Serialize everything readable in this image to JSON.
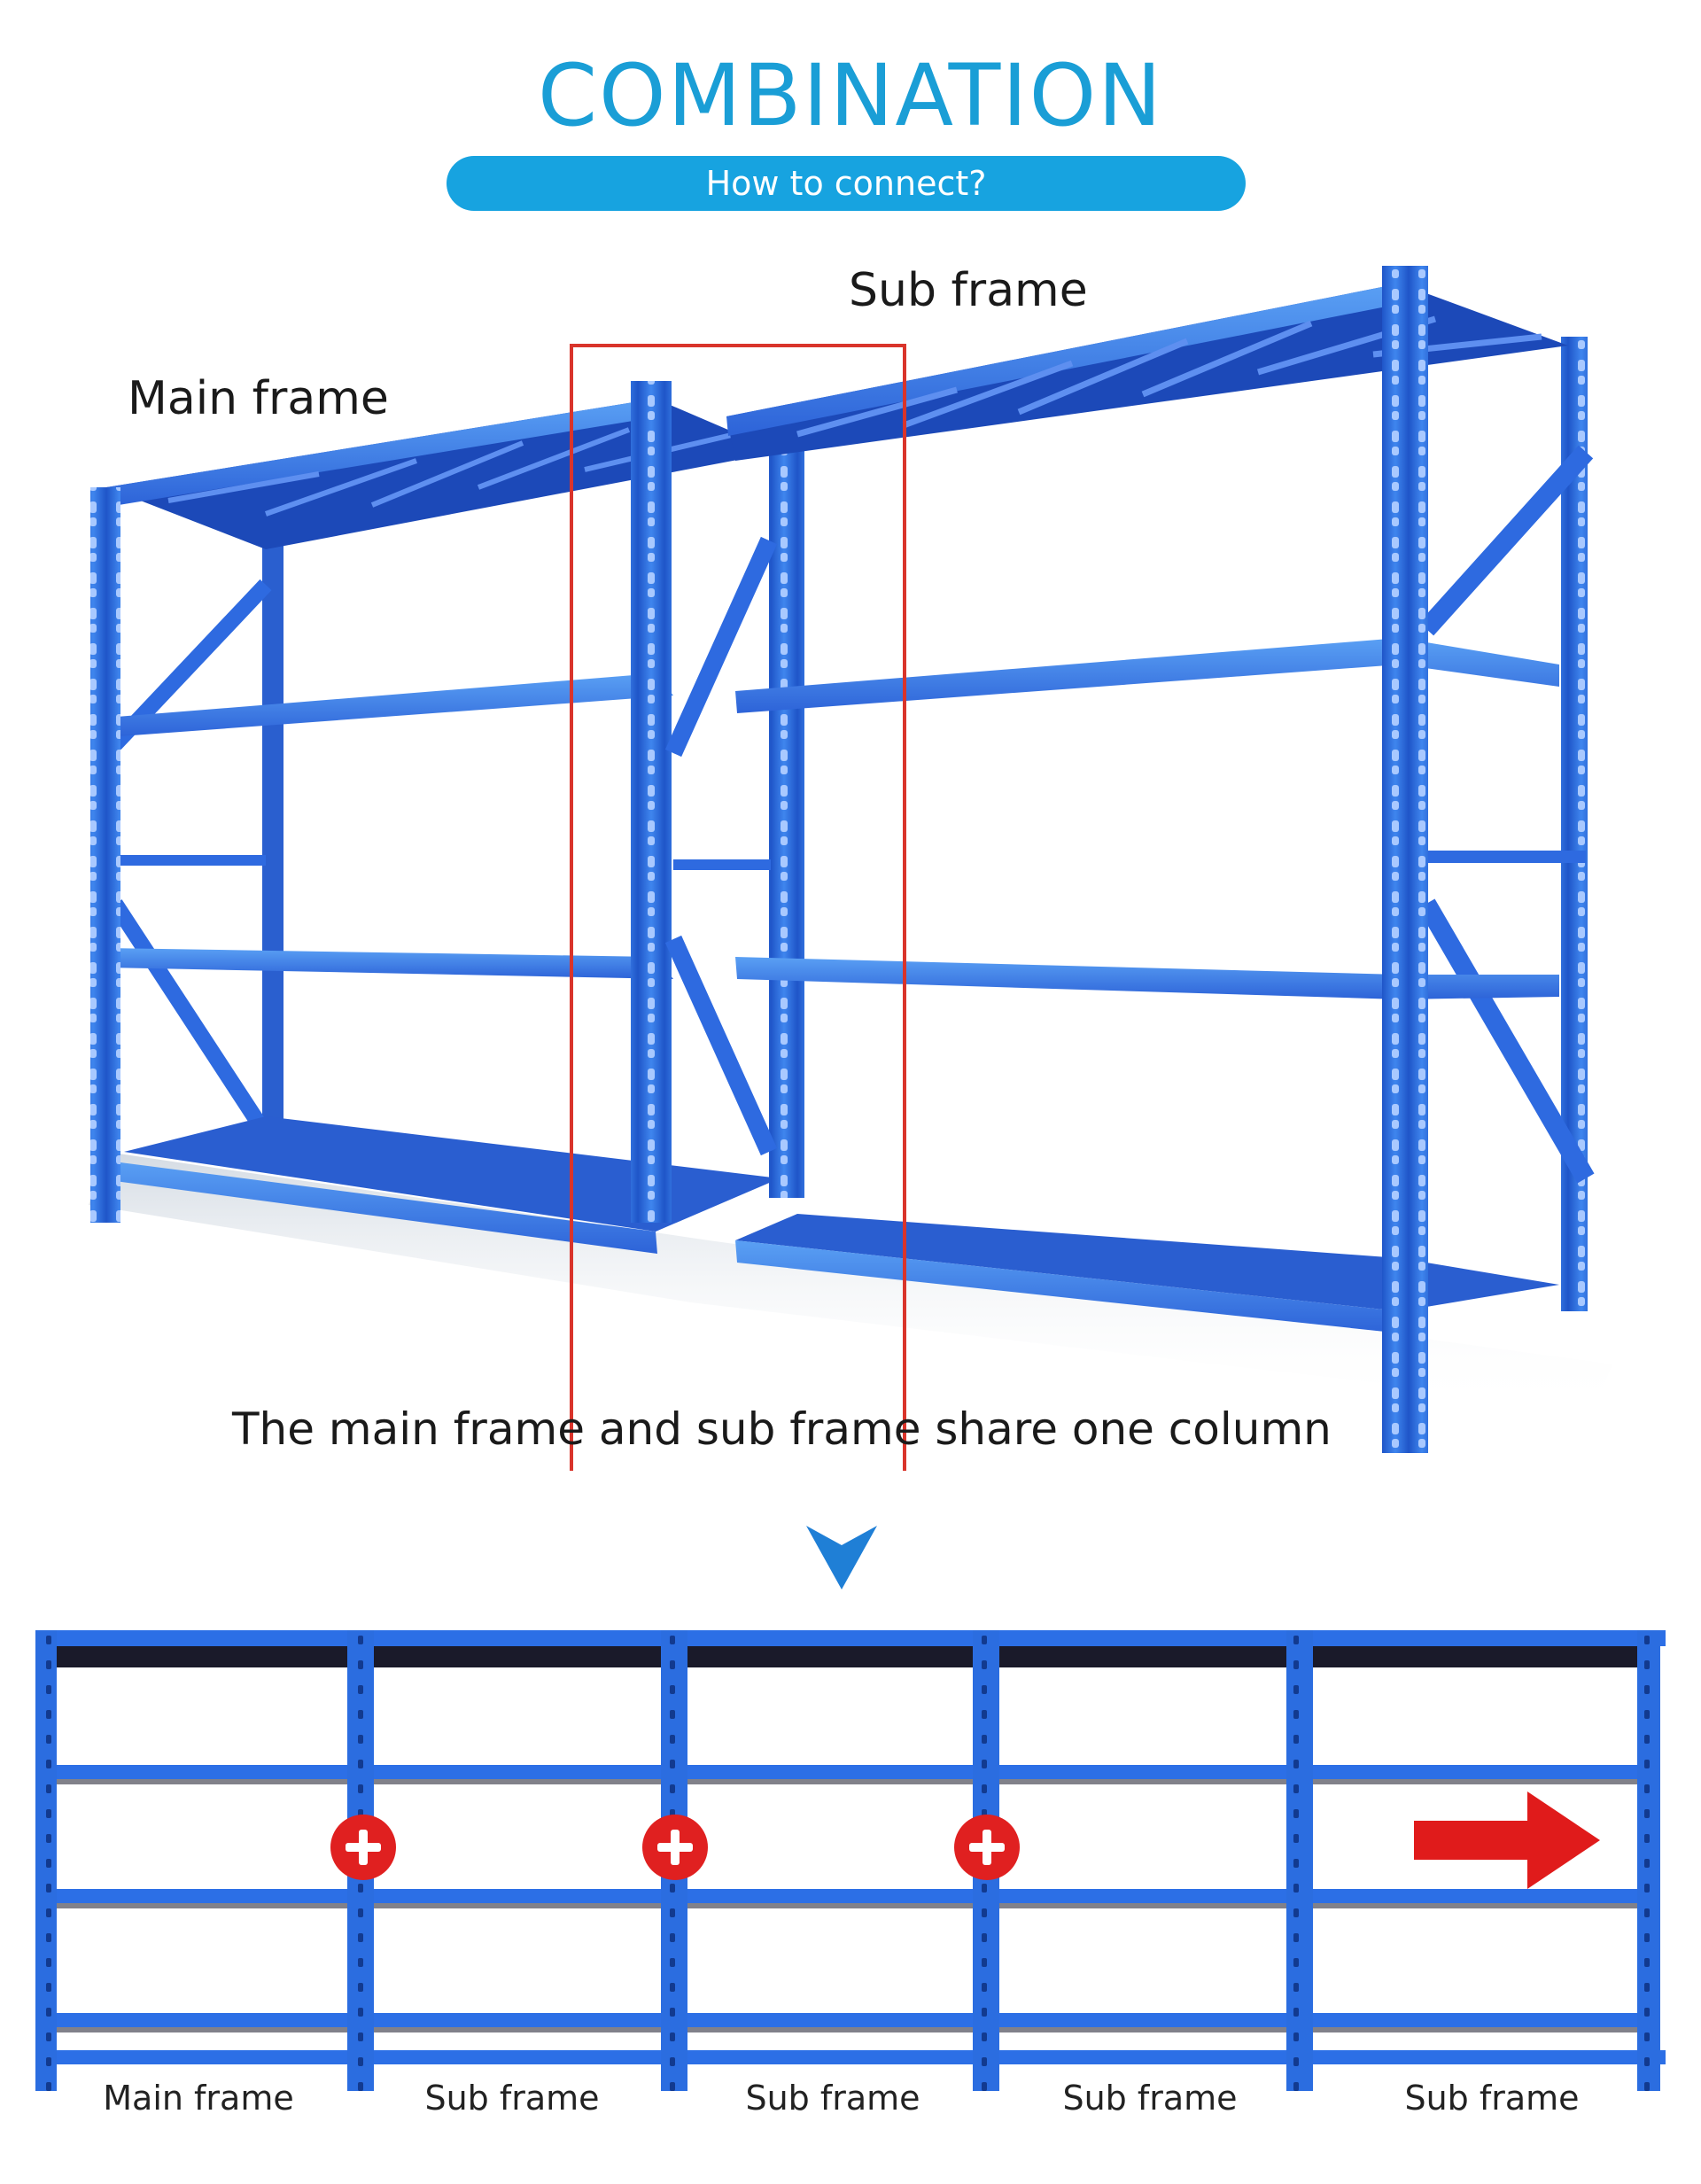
{
  "header": {
    "title": "COMBINATION",
    "subtitle": "How to connect?"
  },
  "top_diagram": {
    "main_frame_label": "Main frame",
    "sub_frame_label": "Sub frame",
    "caption": "The main frame and sub frame share one column"
  },
  "bottom_diagram": {
    "frame_labels": [
      "Main frame",
      "Sub frame",
      "Sub frame",
      "Sub frame",
      "Sub frame"
    ],
    "plus_icons": [
      "plus-icon",
      "plus-icon",
      "plus-icon"
    ],
    "extend_icon": "arrow-right-icon"
  },
  "colors": {
    "accent": "#1a9ed6",
    "pill": "#17a3e0",
    "shelf_blue": "#2f6fe0",
    "shelf_dark": "#1d4fc2",
    "highlight_box": "#d9342b",
    "plus": "#e02020",
    "arrow": "#e01b1b"
  }
}
